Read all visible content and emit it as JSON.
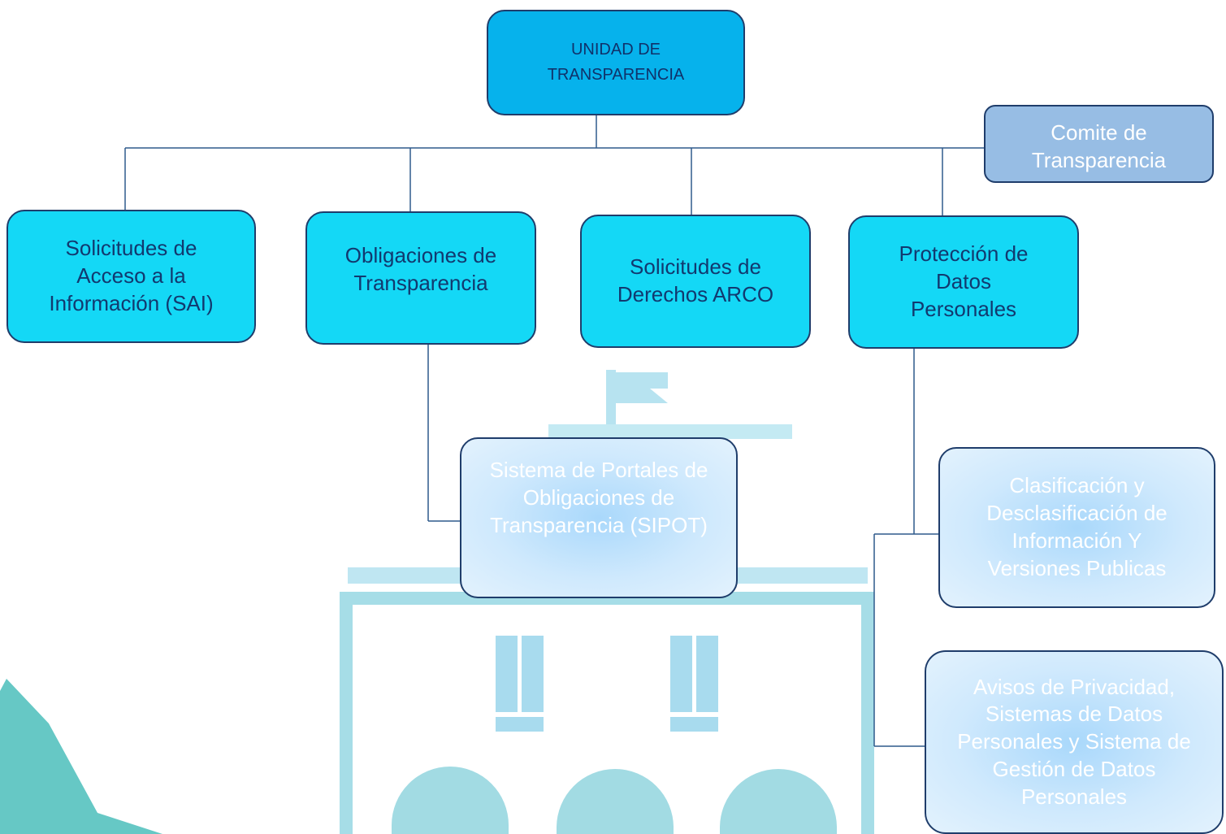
{
  "root": {
    "label": "UNIDAD DE TRANSPARENCIA"
  },
  "committee": {
    "label": "Comite de Transparencia"
  },
  "level1": [
    {
      "label": "Solicitudes de Acceso a la Información (SAI)"
    },
    {
      "label": "Obligaciones de Transparencia"
    },
    {
      "label": "Solicitudes de Derechos ARCO"
    },
    {
      "label": "Protección de Datos Personales"
    }
  ],
  "level2": {
    "sipot": {
      "label": "Sistema de Portales de Obligaciones de Transparencia (SIPOT)"
    },
    "clasificacion": {
      "label": "Clasificación y Desclasificación de Información Y Versiones Publicas"
    },
    "avisos": {
      "label": "Avisos de Privacidad, Sistemas de Datos Personales y Sistema de Gestión de Datos Personales"
    }
  },
  "colors": {
    "root": "#06b2ec",
    "level1": "#14d8f6",
    "level2": "#cfe9fd",
    "committee": "#97bde4",
    "border": "#1f3d6b",
    "line": "#2f5a8c",
    "watermark": "#a9dcef"
  },
  "icons": {
    "background": "building-watermark-icon"
  }
}
